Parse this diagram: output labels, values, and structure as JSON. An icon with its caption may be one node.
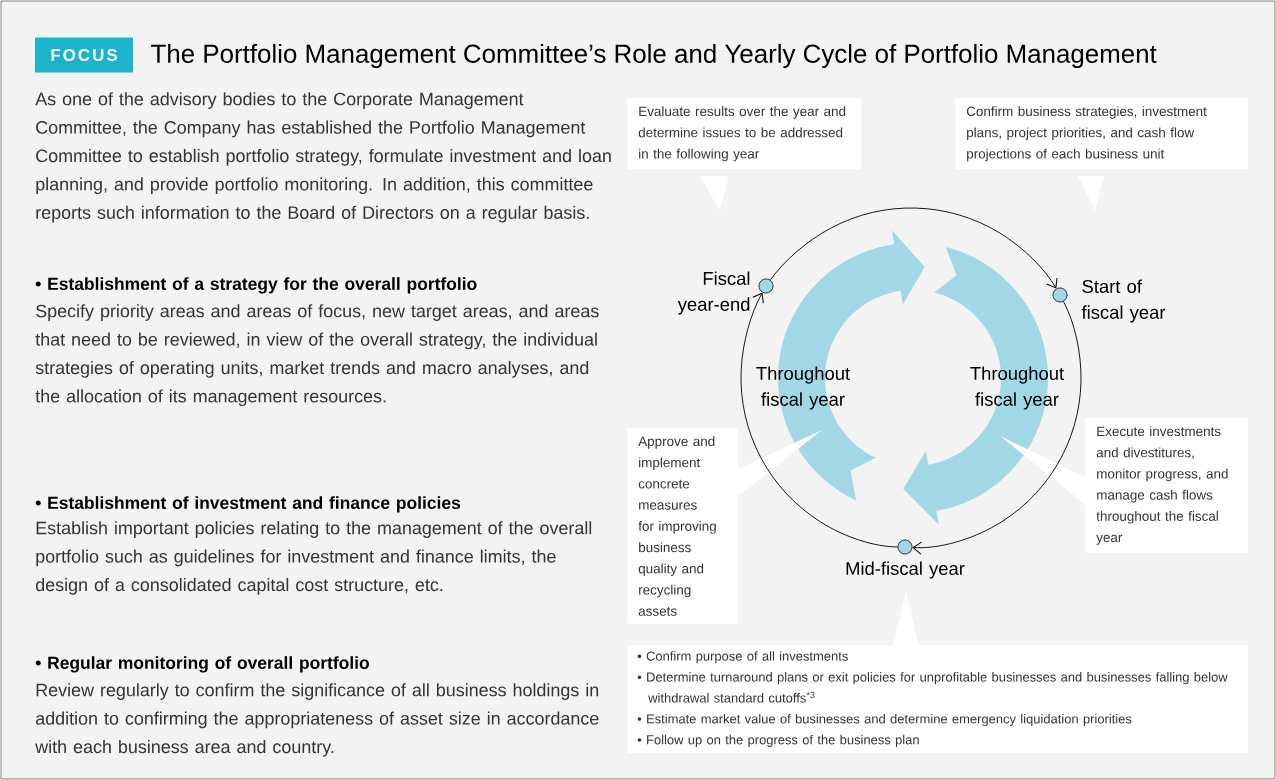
{
  "diagram": {
    "title": "The Portfolio Management Committee’s Role and Yearly Cycle of Portfolio Management",
    "nodes": [
      {
        "text": [
          "FOCUS"
        ]
      },
      {
        "text": [
          "Evaluate results over the year and determine issues to be addressed in the following year"
        ]
      },
      {
        "text": [
          "Confirm business strategies, investment plans, project priorities, and cash flow projections of each business unit"
        ]
      },
      {
        "text": [],
        "shape": "circle",
        "beside": [
          "Fiscal year-end"
        ]
      },
      {
        "text": [],
        "shape": "circle",
        "beside": [
          "Start of fiscal year"
        ]
      },
      {
        "text": [
          "Approve and implement concrete measures for improving business quality and recycling assets"
        ]
      },
      {
        "text": [
          "Execute investments and divestitures, monitor progress, and manage cash flows throughout the fiscal year"
        ]
      },
      {
        "text": [],
        "shape": "circle",
        "beside": [
          "Mid-fiscal year"
        ]
      },
      {
        "text": [
          "• Confirm purpose of all investments",
          "• Determine turnaround plans or exit policies for unprofitable businesses and businesses falling below withdrawal standard cutoffs$^{*3}$",
          "• Estimate market value of businesses and determine emergency liquidation priorities",
          "• Follow up on the progress of the business plan"
        ]
      }
    ],
    "edges": [
      {
        "from": 3,
        "to": 4,
        "arrow": "to"
      },
      {
        "from": 4,
        "to": 7,
        "arrow": "to"
      },
      {
        "from": 7,
        "to": 3,
        "arrow": "to"
      }
    ],
    "labels": [
      "As one of the advisory bodies to the Corporate Management Committee, the Company has established the Portfolio Management Committee to establish portfolio strategy, formulate investment and loan planning, and provide portfolio monitoring. In addition, this committee reports such information to the Board of Directors on a regular basis.",
      "• Establishment of a strategy for the overall portfolio",
      "Specify priority areas and areas of focus, new target areas, and areas that need to be reviewed, in view of the overall strategy, the individual strategies of operating units, market trends and macro analyses, and the allocation of its management resources.",
      "• Establishment of investment and finance policies",
      "Establish important policies relating to the management of the overall portfolio such as guidelines for investment and finance limits, the design of a consolidated capital cost structure, etc.",
      "• Regular monitoring of overall portfolio",
      "Review regularly to confirm the significance of all business holdings in addition to confirming the appropriateness of asset size in accordance with each business area and country.",
      "Throughout fiscal year",
      "Throughout fiscal year"
    ]
  }
}
